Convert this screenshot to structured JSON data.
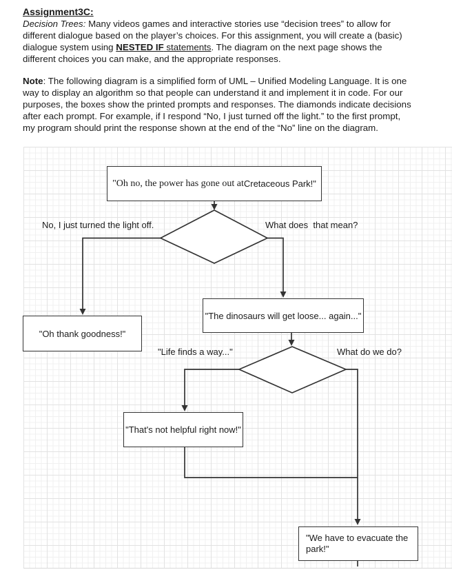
{
  "document": {
    "heading": "Assignment3C:",
    "para1_lines": [
      [
        {
          "t": "Decision Trees:",
          "s": "i"
        },
        {
          "t": " Many videos games and interactive stories use “decision trees” to allow for",
          "s": ""
        }
      ],
      [
        {
          "t": "different dialogue based on the player’s choices. For this assignment, you will create a (basic)",
          "s": ""
        }
      ],
      [
        {
          "t": "dialogue system using ",
          "s": ""
        },
        {
          "t": "NESTED IF",
          "s": "bu"
        },
        {
          "t": " statements",
          "s": "u"
        },
        {
          "t": ". The diagram on the next page shows the",
          "s": ""
        }
      ],
      [
        {
          "t": "different choices you can make, and the appropriate responses.",
          "s": ""
        }
      ]
    ],
    "para2_lines": [
      [
        {
          "t": "Note",
          "s": "b"
        },
        {
          "t": ": The following diagram is a simplified form of UML – Unified Modeling Language. It is one",
          "s": ""
        }
      ],
      [
        {
          "t": "way to display an algorithm so that people can understand it and implement it in code. For our",
          "s": ""
        }
      ],
      [
        {
          "t": "purposes, the boxes show the printed prompts and responses. The diamonds indicate decisions",
          "s": ""
        }
      ],
      [
        {
          "t": "after each prompt. For example, if I respond “No, I just turned off the light.” to the first prompt,",
          "s": ""
        }
      ],
      [
        {
          "t": "my program should print the response shown at the end of the “No” line on the diagram.",
          "s": ""
        }
      ]
    ]
  },
  "diagram": {
    "line_color": "#333333",
    "grid_minor_color": "#f0f0f0",
    "grid_major_color": "#e2e2e2",
    "nodes": {
      "prompt1_serif": "\"Oh no, the power has gone out at ",
      "prompt1_sans": "Cretaceous Park!\"",
      "response_no": "\"Oh thank goodness!\"",
      "prompt2": "\"The dinosaurs will get loose... again...\"",
      "response_life": "\"That's not helpful right now!\"",
      "response_evacuate": "\"We have to evacuate the park!\""
    },
    "labels": {
      "no_branch": "No, I just turned the light off.",
      "what_mean": "What does  that mean?",
      "life_branch": "\"Life finds a way...\"",
      "what_do": "What do we do?"
    }
  }
}
